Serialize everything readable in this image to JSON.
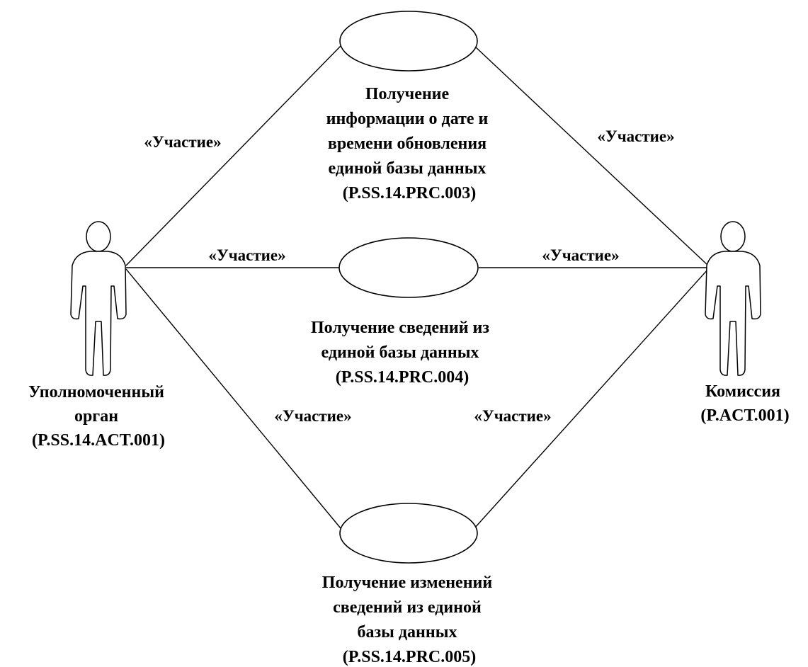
{
  "stereotype": "«Участие»",
  "actors": [
    {
      "id": "authorized-body",
      "lines": [
        "Уполномоченный",
        "орган",
        "(P.SS.14.ACT.001)"
      ]
    },
    {
      "id": "commission",
      "lines": [
        "Комиссия",
        "(P.ACT.001)"
      ]
    }
  ],
  "use_cases": [
    {
      "id": "prc-003",
      "lines": [
        "Получение",
        "информации о дате и",
        "времени обновления",
        "единой базы данных",
        "(P.SS.14.PRC.003)"
      ]
    },
    {
      "id": "prc-004",
      "lines": [
        "Получение сведений из",
        "единой базы данных",
        "(P.SS.14.PRC.004)"
      ]
    },
    {
      "id": "prc-005",
      "lines": [
        "Получение изменений",
        "сведений из единой",
        "базы данных",
        "(P.SS.14.PRC.005)"
      ]
    }
  ],
  "associations": [
    {
      "actor": "authorized-body",
      "use_case": "prc-003"
    },
    {
      "actor": "authorized-body",
      "use_case": "prc-004"
    },
    {
      "actor": "authorized-body",
      "use_case": "prc-005"
    },
    {
      "actor": "commission",
      "use_case": "prc-003"
    },
    {
      "actor": "commission",
      "use_case": "prc-004"
    },
    {
      "actor": "commission",
      "use_case": "prc-005"
    }
  ]
}
